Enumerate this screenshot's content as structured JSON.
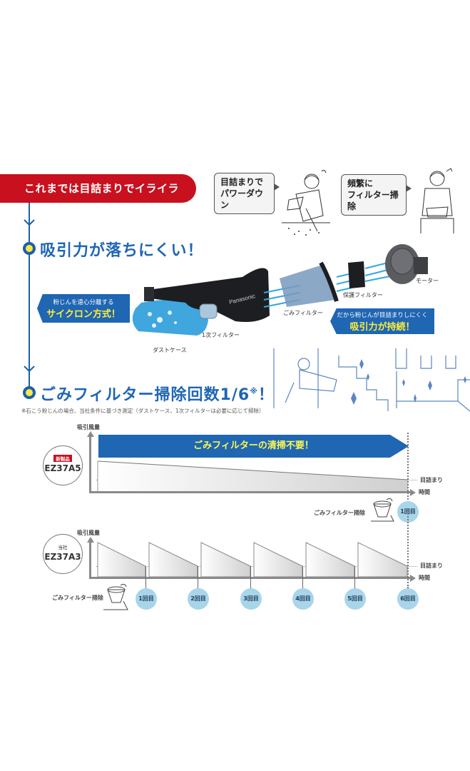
{
  "banner": {
    "text": "これまでは目詰まりでイライラ",
    "color": "#c8101e"
  },
  "bubbles": [
    {
      "text_line1": "目詰まりで",
      "text_line2": "パワーダウン"
    },
    {
      "text_line1": "頻繁に",
      "text_line2": "フィルター掃除"
    }
  ],
  "section1": {
    "heading": "吸引力が落ちにくい！",
    "callout_left": {
      "small": "粉じんを遠心分離する",
      "big": "サイクロン方式！"
    },
    "callout_right": {
      "small": "だから粉じんが目詰まりしにくく",
      "big": "吸引力が持続！"
    },
    "parts": {
      "dust_case": "ダストケース",
      "primary_filter": "1次フィルター",
      "dust_filter": "ごみフィルター",
      "protection_filter": "保護フィルター",
      "motor": "モーター",
      "brand": "Panasonic"
    }
  },
  "section2": {
    "heading": "ごみフィルター掃除回数1/6",
    "heading_mark": "※",
    "heading_excl": "！",
    "note": "※石こう粉じんの場合、当社条件に基づき測定（ダストケース、1次フィルターは必要に応じて掃除）"
  },
  "colors": {
    "accent_blue": "#1f66b3",
    "yellow": "#ffee3a",
    "red": "#c8101e",
    "light_blue": "#a8d5ea"
  },
  "chart_data": [
    {
      "type": "line",
      "title": "EZ37A5（新製品）",
      "ylabel": "吸引風量",
      "xlabel": "時間",
      "threshold_label": "目詰まり",
      "banner": "ごみフィルターの清掃不要！",
      "badge": "新製品",
      "model": "EZ37A5",
      "cleaning_label": "ごみフィルター掃除",
      "cleaning_events": [
        "1回目"
      ],
      "series": [
        {
          "name": "吸引風量",
          "x": [
            0,
            6
          ],
          "values": [
            1.0,
            0.0
          ]
        }
      ]
    },
    {
      "type": "line",
      "title": "EZ37A3（当社）",
      "ylabel": "吸引風量",
      "xlabel": "時間",
      "threshold_label": "目詰まり",
      "badge": "当社",
      "model": "EZ37A3",
      "cleaning_label": "ごみフィルター掃除",
      "cleaning_events": [
        "1回目",
        "2回目",
        "3回目",
        "4回目",
        "5回目",
        "6回目"
      ],
      "series": [
        {
          "name": "吸引風量",
          "x": [
            0,
            1,
            1,
            2,
            2,
            3,
            3,
            4,
            4,
            5,
            5,
            6
          ],
          "values": [
            1,
            0,
            1,
            0,
            1,
            0,
            1,
            0,
            1,
            0,
            1,
            0
          ]
        }
      ]
    }
  ]
}
